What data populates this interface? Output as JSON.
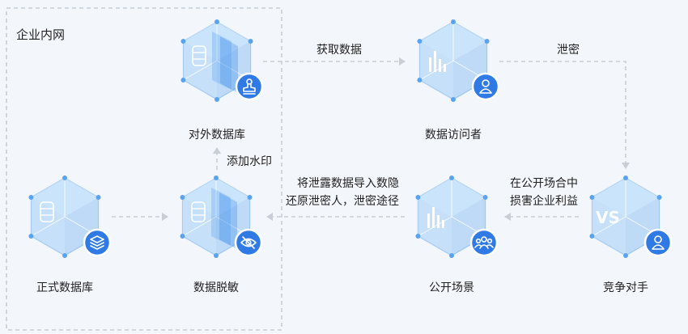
{
  "region": {
    "label": "企业内网"
  },
  "nodes": {
    "external_db": {
      "label": "对外数据库",
      "icon": "stamp-icon"
    },
    "accessor": {
      "label": "数据访问者",
      "icon": "user-icon"
    },
    "formal_db": {
      "label": "正式数据库",
      "icon": "layers-icon"
    },
    "desensitize": {
      "label": "数据脱敏",
      "icon": "eye-slash-icon"
    },
    "public_scene": {
      "label": "公开场景",
      "icon": "group-icon"
    },
    "competitor": {
      "label": "竞争对手",
      "icon": "user-icon",
      "badge": "VS"
    }
  },
  "edges": {
    "get_data": "获取数据",
    "leak": "泄密",
    "add_watermark": "添加水印",
    "trace_line1": "将泄露数据导入数隐",
    "trace_line2": "还原泄密人，泄密途径",
    "harm_line1": "在公开场合中",
    "harm_line2": "损害企业利益"
  },
  "colors": {
    "accent": "#2f7ae5",
    "arrow": "#c9ced6",
    "region_border": "#bfc5cf",
    "cube_top": "#bfe0fb",
    "cube_left": "#9fcdf6",
    "cube_right": "#7fb8f0"
  }
}
